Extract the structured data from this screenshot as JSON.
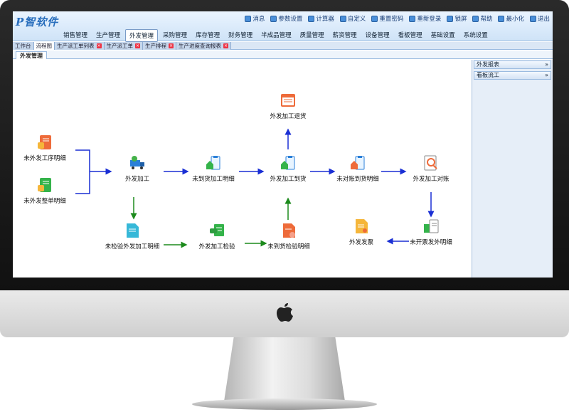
{
  "app": {
    "logo_text": "P智软件"
  },
  "toolbar": [
    {
      "icon": "message-icon",
      "label": "消息"
    },
    {
      "icon": "settings-icon",
      "label": "参数设置"
    },
    {
      "icon": "calculator-icon",
      "label": "计算器"
    },
    {
      "icon": "customize-icon",
      "label": "自定义"
    },
    {
      "icon": "key-icon",
      "label": "重置密码"
    },
    {
      "icon": "relogin-icon",
      "label": "重新登录"
    },
    {
      "icon": "lock-icon",
      "label": "锁屏"
    },
    {
      "icon": "help-icon",
      "label": "帮助"
    },
    {
      "icon": "minimize-icon",
      "label": "最小化"
    },
    {
      "icon": "exit-icon",
      "label": "退出"
    }
  ],
  "menu": [
    "销售管理",
    "生产管理",
    "外发管理",
    "采购管理",
    "库存管理",
    "财务管理",
    "半成品管理",
    "质量管理",
    "薪资管理",
    "设备管理",
    "看板管理",
    "基础设置",
    "系统设置"
  ],
  "menu_active": "外发管理",
  "tabs": [
    {
      "label": "工作台",
      "closable": false
    },
    {
      "label": "流程图",
      "closable": false,
      "active": true
    },
    {
      "label": "生产派工单列表",
      "closable": true
    },
    {
      "label": "生产派工单",
      "closable": true
    },
    {
      "label": "生产排程",
      "closable": true
    },
    {
      "label": "生产进度查询报表",
      "closable": true
    }
  ],
  "subtab": "外发管理",
  "right_panel": [
    "外发报表",
    "看板流工"
  ],
  "flow": {
    "n1": "未外发工序明细",
    "n2": "未外发整单明细",
    "n3": "外发加工",
    "n4": "未到货加工明细",
    "n5": "外发加工到货",
    "n6": "外发加工退货",
    "n7": "未对账到货明细",
    "n8": "外发加工对账",
    "n9": "未检验外发加工明细",
    "n10": "外发加工检验",
    "n11": "未到货检验明细",
    "n12": "外发发票",
    "n13": "未开票发外明细"
  },
  "colors": {
    "blue_arrow": "#1a2fd4",
    "green_arrow": "#1c8a1c"
  }
}
